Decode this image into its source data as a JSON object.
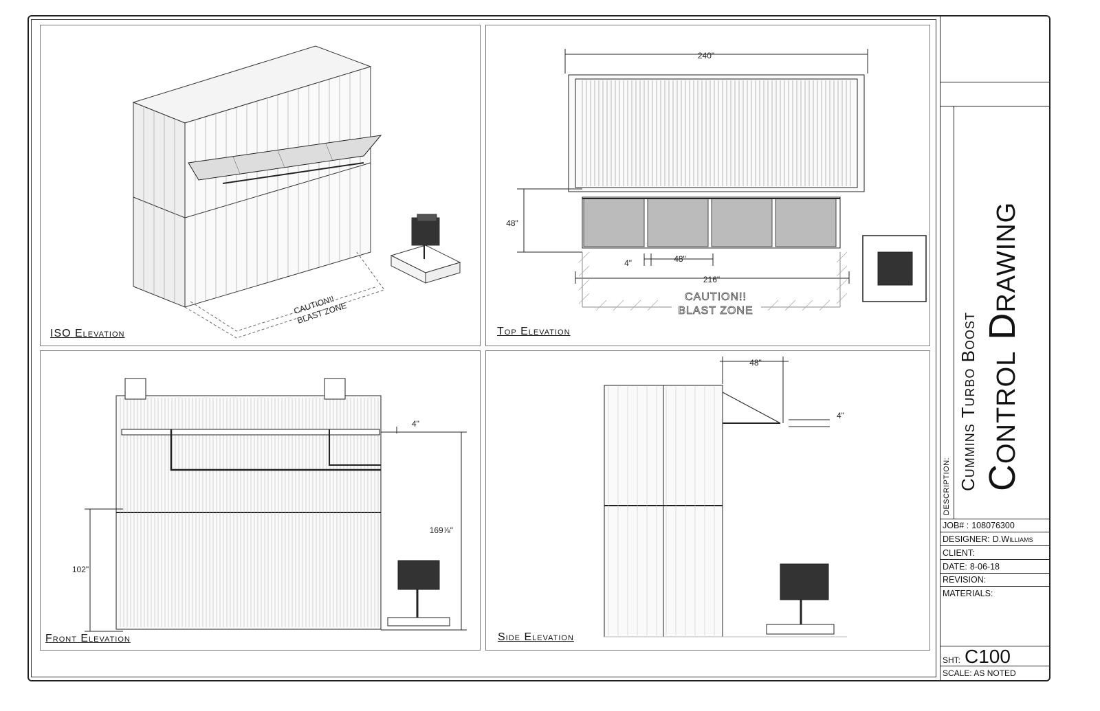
{
  "views": {
    "iso": {
      "label": "ISO Elevation"
    },
    "top": {
      "label": "Top Elevation",
      "dims": {
        "length": "240\"",
        "depth": "48\"",
        "gap": "4\"",
        "bay": "48\"",
        "zone": "216\""
      },
      "caution_line1": "CAUTION!!",
      "caution_line2": "BLAST ZONE"
    },
    "front": {
      "label": "Front Elevation",
      "dims": {
        "offset": "4\"",
        "height_total": "169⅞\"",
        "height_lower": "102\""
      }
    },
    "side": {
      "label": "Side Elevation",
      "dims": {
        "depth": "48\"",
        "offset": "4\""
      }
    }
  },
  "iso_caution_line1": "CAUTION!!",
  "iso_caution_line2": "BLAST ZONE",
  "title_block": {
    "description_caption": "DESCRIPTION:",
    "title_line1": "Cummins Turbo Boost",
    "title_line2": "Control Drawing",
    "job_label": "JOB# :",
    "job_value": "108076300",
    "designer_label": "DESIGNER:",
    "designer_value": "D.Williams",
    "client_label": "CLIENT:",
    "client_value": "",
    "date_label": "DATE:",
    "date_value": "8-06-18",
    "revision_label": "REVISION:",
    "revision_value": "",
    "materials_label": "MATERIALS:",
    "sheet_label": "SHT:",
    "sheet_value": "C100",
    "scale_label": "SCALE:",
    "scale_value": "AS NOTED"
  }
}
